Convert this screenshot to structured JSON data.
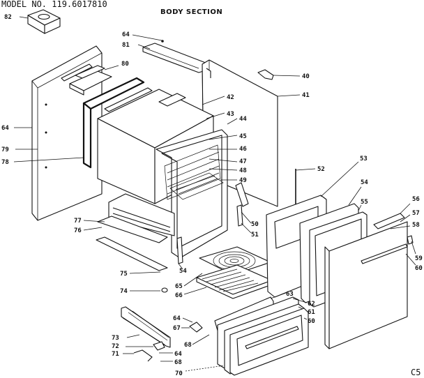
{
  "header": {
    "model_number": "MODEL NO. 119.6017810",
    "section_title": "BODY SECTION"
  },
  "footer": {
    "page_code": "C5"
  },
  "callouts": [
    {
      "id": "82",
      "label": "82"
    },
    {
      "id": "64a",
      "label": "64"
    },
    {
      "id": "81",
      "label": "81"
    },
    {
      "id": "80",
      "label": "80"
    },
    {
      "id": "40",
      "label": "40"
    },
    {
      "id": "41",
      "label": "41"
    },
    {
      "id": "42",
      "label": "42"
    },
    {
      "id": "43",
      "label": "43"
    },
    {
      "id": "44",
      "label": "44"
    },
    {
      "id": "45",
      "label": "45"
    },
    {
      "id": "46",
      "label": "46"
    },
    {
      "id": "47",
      "label": "47"
    },
    {
      "id": "48",
      "label": "48"
    },
    {
      "id": "49",
      "label": "49"
    },
    {
      "id": "52",
      "label": "52"
    },
    {
      "id": "53",
      "label": "53"
    },
    {
      "id": "54",
      "label": "54"
    },
    {
      "id": "55",
      "label": "55"
    },
    {
      "id": "56",
      "label": "56"
    },
    {
      "id": "57a",
      "label": "57"
    },
    {
      "id": "58",
      "label": "58"
    },
    {
      "id": "59",
      "label": "59"
    },
    {
      "id": "60a",
      "label": "60"
    },
    {
      "id": "50",
      "label": "50"
    },
    {
      "id": "51",
      "label": "51"
    },
    {
      "id": "64b",
      "label": "64"
    },
    {
      "id": "79",
      "label": "79"
    },
    {
      "id": "78",
      "label": "78"
    },
    {
      "id": "77",
      "label": "77"
    },
    {
      "id": "76",
      "label": "76"
    },
    {
      "id": "75",
      "label": "75"
    },
    {
      "id": "54b",
      "label": "54"
    },
    {
      "id": "74",
      "label": "74"
    },
    {
      "id": "65",
      "label": "65"
    },
    {
      "id": "66",
      "label": "66"
    },
    {
      "id": "63",
      "label": "63"
    },
    {
      "id": "62",
      "label": "62"
    },
    {
      "id": "61",
      "label": "61"
    },
    {
      "id": "60b",
      "label": "60"
    },
    {
      "id": "64c",
      "label": "64"
    },
    {
      "id": "67",
      "label": "67"
    },
    {
      "id": "73",
      "label": "73"
    },
    {
      "id": "68a",
      "label": "68"
    },
    {
      "id": "72",
      "label": "72"
    },
    {
      "id": "64d",
      "label": "64"
    },
    {
      "id": "71",
      "label": "71"
    },
    {
      "id": "68b",
      "label": "68"
    },
    {
      "id": "70",
      "label": "70"
    }
  ]
}
